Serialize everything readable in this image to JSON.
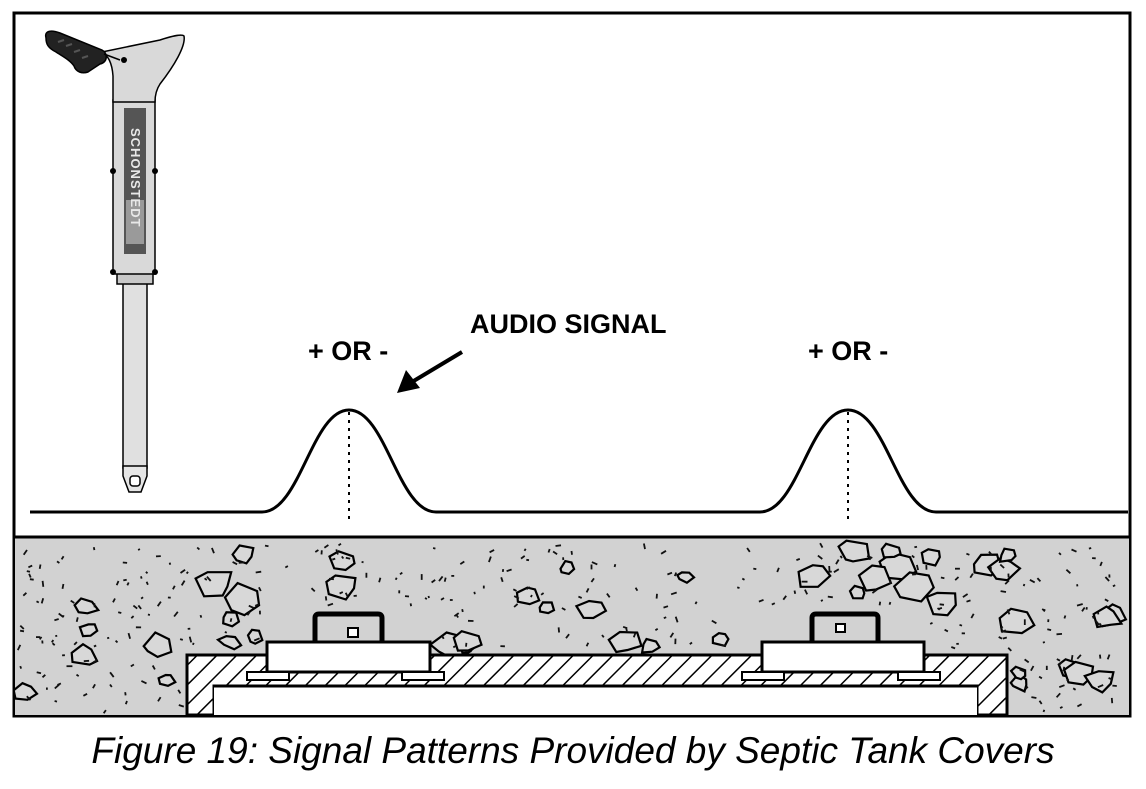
{
  "locator": {
    "brand": "SCHONSTEDT"
  },
  "labels": {
    "audio_signal": "AUDIO SIGNAL",
    "polarity_left": "+ OR -",
    "polarity_right": "+ OR -"
  },
  "caption": "Figure 19: Signal Patterns Provided by Septic Tank Covers",
  "colors": {
    "soil": "#d2d2d2",
    "frame": "#000000",
    "background": "#ffffff",
    "locator_body": "#d9d9d9",
    "locator_stripe": "#555555"
  }
}
